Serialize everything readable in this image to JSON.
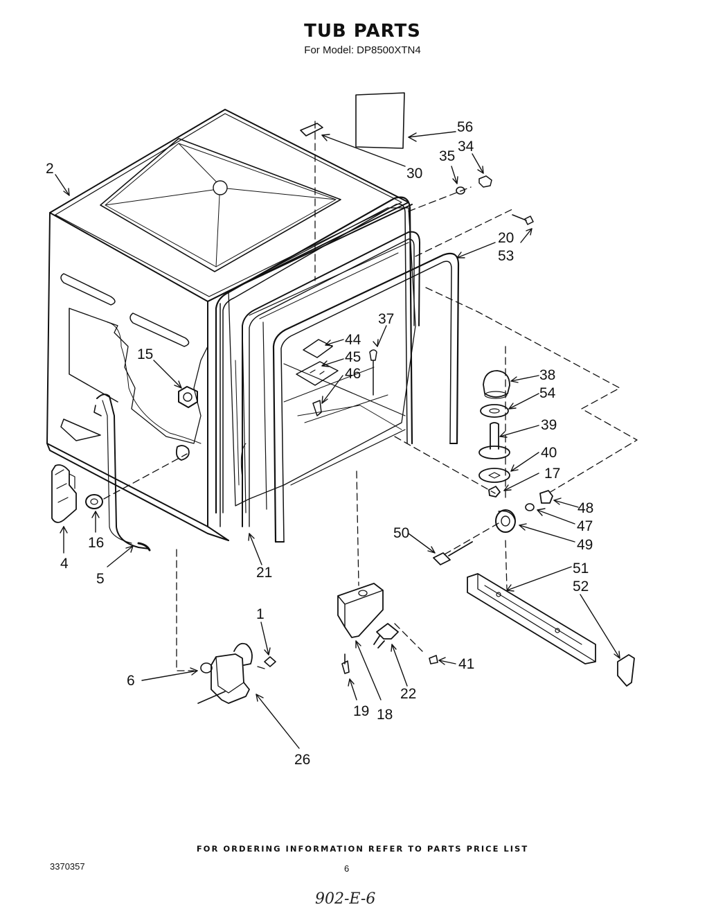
{
  "header": {
    "title": "TUB PARTS",
    "subtitle": "For Model: DP8500XTN4"
  },
  "footer": {
    "ordering_note": "FOR ORDERING INFORMATION REFER TO PARTS PRICE LIST",
    "doc_number": "3370357",
    "page_number": "6",
    "handwritten_note": "902-E-6"
  },
  "callouts": [
    "56",
    "30",
    "34",
    "35",
    "2",
    "20",
    "53",
    "37",
    "44",
    "45",
    "46",
    "15",
    "38",
    "54",
    "39",
    "40",
    "17",
    "48",
    "47",
    "49",
    "50",
    "51",
    "52",
    "16",
    "4",
    "5",
    "21",
    "1",
    "6",
    "41",
    "22",
    "19",
    "18",
    "26"
  ]
}
